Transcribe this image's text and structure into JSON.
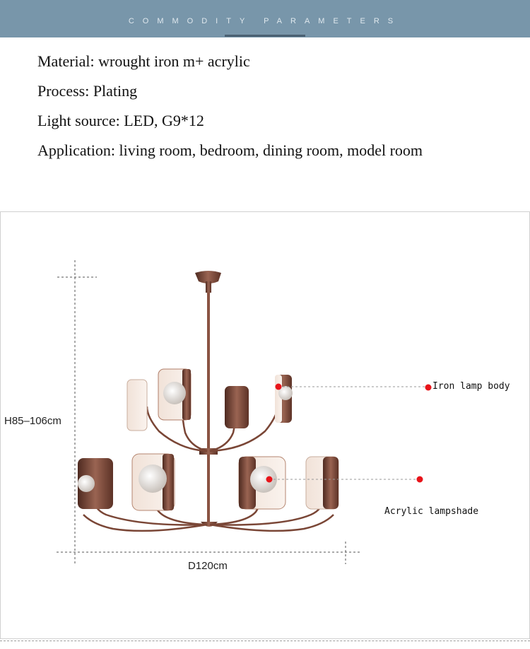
{
  "banner": {
    "title": "COMMODITY PARAMETERS"
  },
  "specs": [
    "Material: wrought iron m+ acrylic",
    "Process: Plating",
    "Light source: LED, G9*12",
    "Application: living room, bedroom, dining room, model room"
  ],
  "diagram": {
    "height_label": "H85–106cm",
    "width_label": "D120cm",
    "callouts": {
      "iron_body": "Iron lamp body",
      "acrylic_shade": "Acrylic lampshade"
    }
  },
  "colors": {
    "banner": "#7896aa",
    "metal": "#7a4636",
    "marker": "#e8141a"
  }
}
